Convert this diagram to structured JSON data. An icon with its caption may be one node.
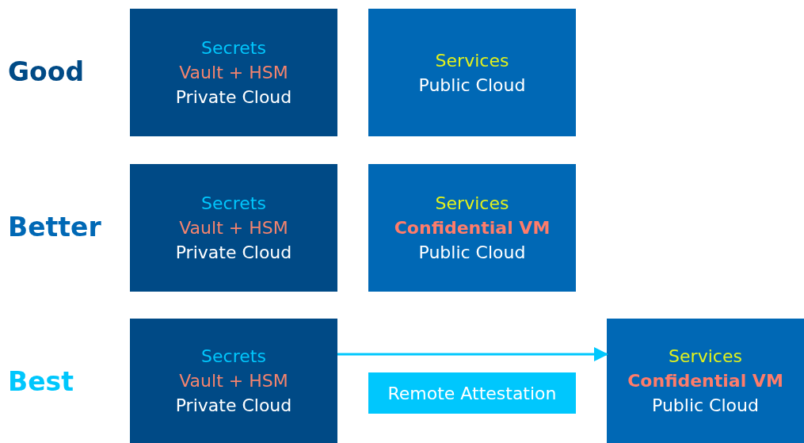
{
  "diagram": {
    "nodes": [
      {
        "text": [
          "Secrets",
          "Vault + HSM",
          "Private Cloud"
        ]
      },
      {
        "text": [
          "Services",
          "Public Cloud"
        ]
      },
      {
        "text": [
          "Secrets",
          "Vault + HSM",
          "Private Cloud"
        ]
      },
      {
        "text": [
          "Services",
          "Confidential VM",
          "Public Cloud"
        ]
      },
      {
        "text": [
          "Secrets",
          "Vault + HSM",
          "Private Cloud"
        ]
      },
      {
        "text": [
          "Remote Attestation"
        ]
      },
      {
        "text": [
          "Services",
          "Confidential VM",
          "Public Cloud"
        ]
      }
    ],
    "edges": [
      {
        "from": 4,
        "to": 6,
        "arrow": "to",
        "color": "#00c7fd"
      }
    ],
    "labels": [
      "Good",
      "Better",
      "Best"
    ]
  }
}
